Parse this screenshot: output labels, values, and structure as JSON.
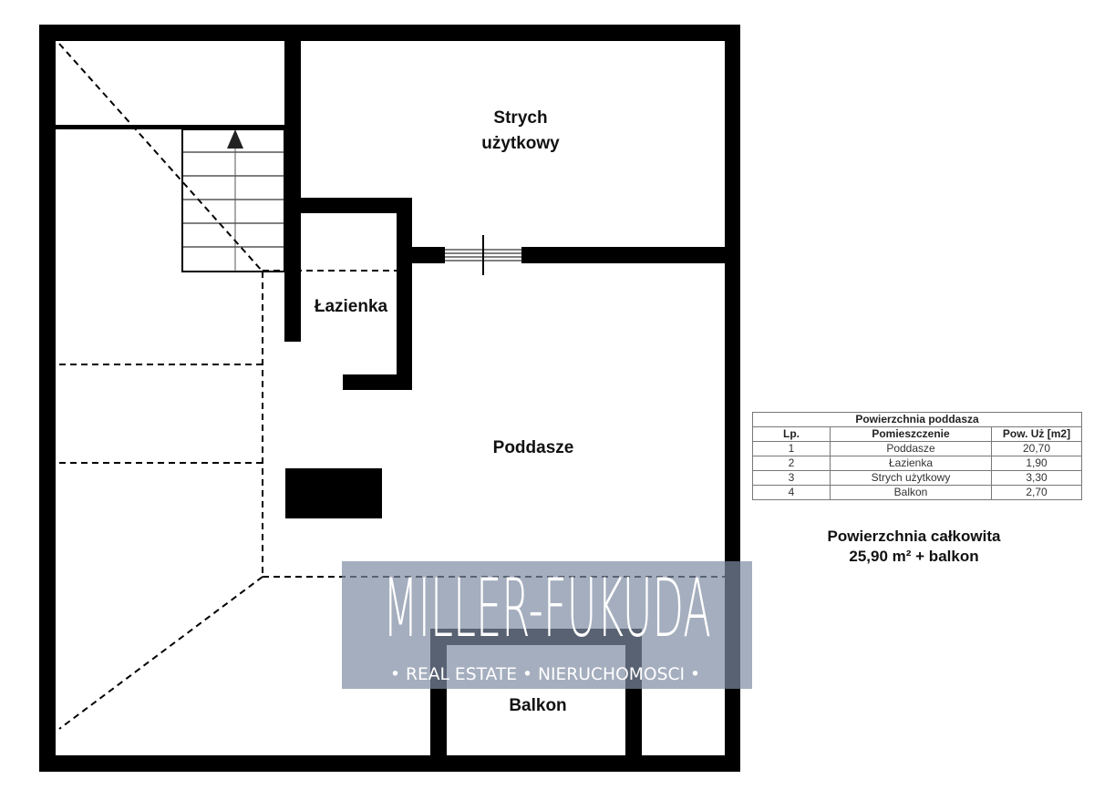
{
  "rooms": {
    "strych": [
      "Strych",
      "użytkowy"
    ],
    "lazienka": "Łazienka",
    "poddasze": "Poddasze",
    "balkon": "Balkon"
  },
  "table": {
    "title": "Powierzchnia poddasza",
    "headers": [
      "Lp.",
      "Pomieszczenie",
      "Pow. Uż [m2]"
    ],
    "rows": [
      [
        "1",
        "Poddasze",
        "20,70"
      ],
      [
        "2",
        "Łazienka",
        "1,90"
      ],
      [
        "3",
        "Strych użytkowy",
        "3,30"
      ],
      [
        "4",
        "Balkon",
        "2,70"
      ]
    ]
  },
  "total": {
    "line1": "Powierzchnia całkowita",
    "line2": "25,90 m² + balkon"
  },
  "watermark": {
    "brand": "MILLER-FUKUDA",
    "tagline": "• REAL ESTATE • NIERUCHOMOSCI •"
  }
}
